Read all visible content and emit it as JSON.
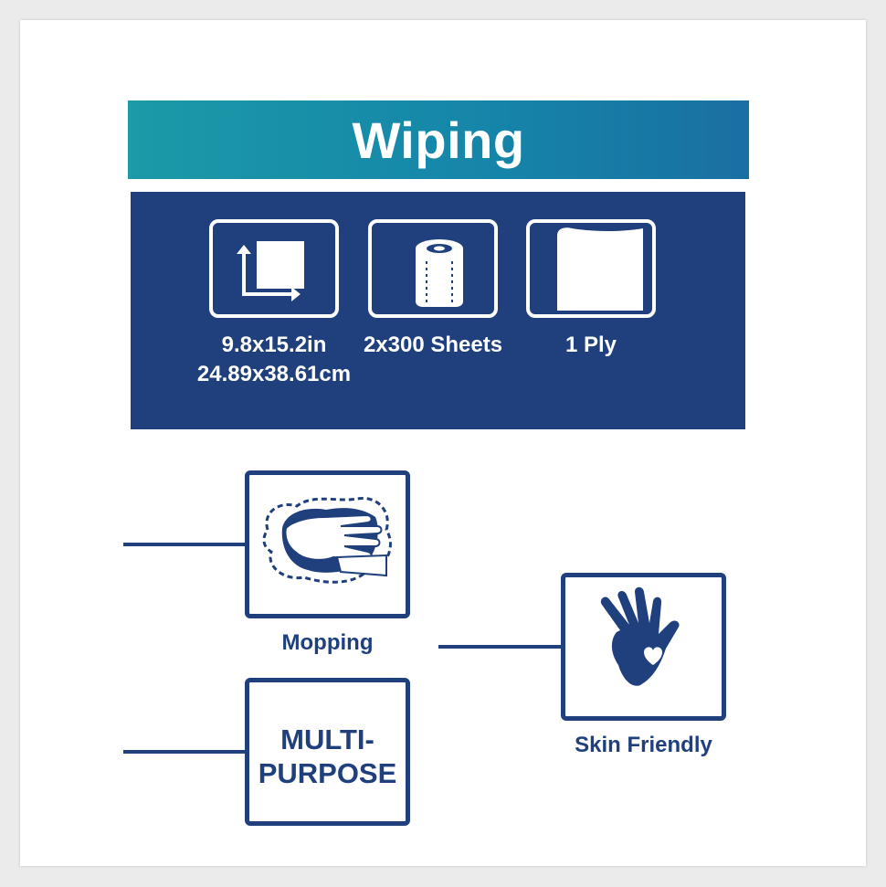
{
  "banner": {
    "title": "Wiping"
  },
  "colors": {
    "navy": "#1f3f7d",
    "teal": "#1b9aa8",
    "white": "#ffffff"
  },
  "specs": [
    {
      "icon": "sheet-dimensions-icon",
      "line1": "9.8x15.2in",
      "line2": "24.89x38.61cm"
    },
    {
      "icon": "paper-roll-icon",
      "line1": "2x300 Sheets",
      "line2": ""
    },
    {
      "icon": "ply-sheet-icon",
      "line1": "1 Ply",
      "line2": ""
    }
  ],
  "features": {
    "mopping": {
      "icon": "hand-wiping-icon",
      "label": "Mopping"
    },
    "multipurpose": {
      "line1": "MULTI-",
      "line2": "PURPOSE"
    },
    "skin": {
      "icon": "hand-heart-icon",
      "label": "Skin Friendly"
    }
  }
}
